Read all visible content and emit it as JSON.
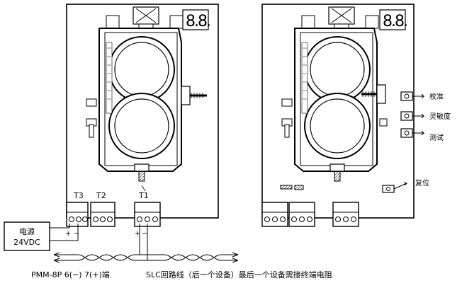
{
  "left_unit": {
    "terminals": {
      "t3": "T3",
      "t2": "T2",
      "t1": "T1"
    }
  },
  "power_box": {
    "line1": "电源",
    "line2": "24VDC"
  },
  "polarity": {
    "plus": "+",
    "minus": "−"
  },
  "bottom_labels": {
    "pmm": "PMM-8P  6(−)  7(+)端",
    "slc": "SLC回路线（后一个设备）最后一个设备需接终端电阻"
  },
  "right_unit": {
    "buttons": {
      "calibrate": "校准",
      "sensitivity": "灵敏度",
      "test": "测试",
      "reset": "复位"
    }
  },
  "colors": {
    "line": "#000000",
    "background": "#ffffff",
    "panel_shade": "#f2f2f2"
  }
}
